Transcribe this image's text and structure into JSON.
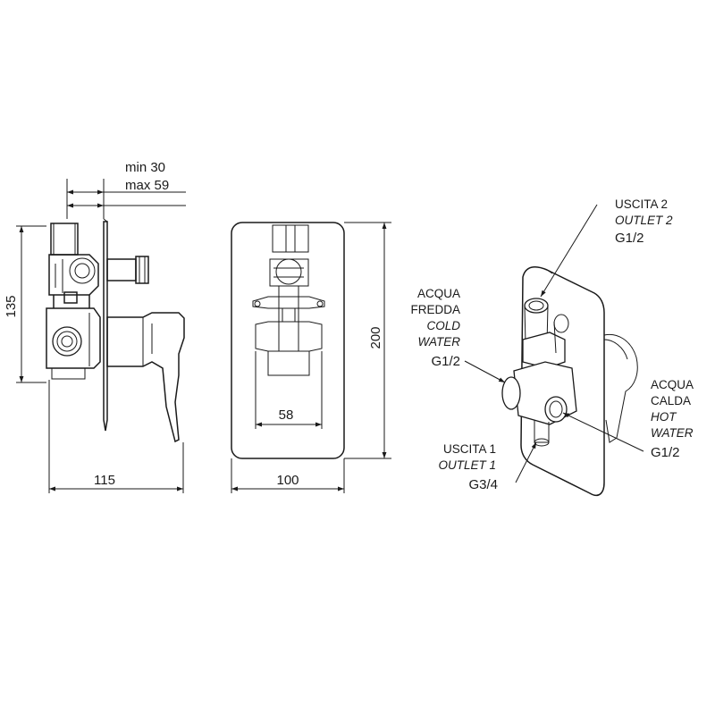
{
  "dimensions": {
    "depth_min": "min 30",
    "depth_max": "max 59",
    "height_body": "135",
    "depth_total": "115",
    "plate_height": "200",
    "plate_width": "100",
    "body_width": "58"
  },
  "labels": {
    "outlet2": {
      "it": "USCITA 2",
      "en": "OUTLET 2",
      "size": "G1/2"
    },
    "cold": {
      "it1": "ACQUA",
      "it2": "FREDDA",
      "en1": "COLD",
      "en2": "WATER",
      "size": "G1/2"
    },
    "hot": {
      "it1": "ACQUA",
      "it2": "CALDA",
      "en1": "HOT",
      "en2": "WATER",
      "size": "G1/2"
    },
    "outlet1": {
      "it": "USCITA 1",
      "en": "OUTLET 1",
      "size": "G3/4"
    }
  }
}
